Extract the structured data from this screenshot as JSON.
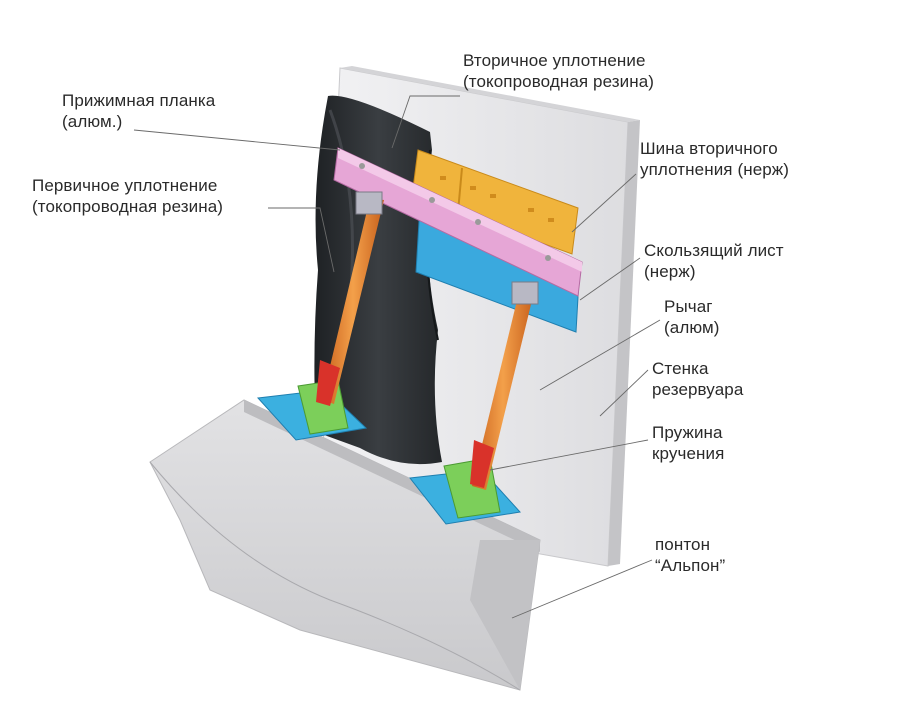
{
  "labels": {
    "secondary_seal": {
      "line1": "Вторичное уплотнение",
      "line2": "(токопроводная резина)"
    },
    "clamp_bar": {
      "line1": "Прижимная планка",
      "line2": "(алюм.)"
    },
    "primary_seal": {
      "line1": "Первичное уплотнение",
      "line2": "(токопроводная резина)"
    },
    "secondary_bus": {
      "line1": "Шина вторичного",
      "line2": "уплотнения (нерж)"
    },
    "sliding_sheet": {
      "line1": "Скользящий лист",
      "line2": "(нерж)"
    },
    "lever": {
      "line1": "Рычаг",
      "line2": "(алюм)"
    },
    "tank_wall": {
      "line1": "Стенка",
      "line2": "резервуара"
    },
    "torsion_spring": {
      "line1": "Пружина",
      "line2": "кручения"
    },
    "pontoon": {
      "line1": "понтон",
      "line2": "“Альпон”"
    }
  },
  "colors": {
    "tank_wall": "#eaeaec",
    "pontoon": "#d7d7d9",
    "primary_seal": "#2b2e31",
    "clamp_bar": "#e6a6d6",
    "secondary_bus": "#f0b43c",
    "sliding_sheet": "#3aa9de",
    "lever": "#e98a2e",
    "bracket_base": "#3bb0e0",
    "spring_bracket": "#7ccf5a",
    "leader_line": "#6a6a6a"
  }
}
